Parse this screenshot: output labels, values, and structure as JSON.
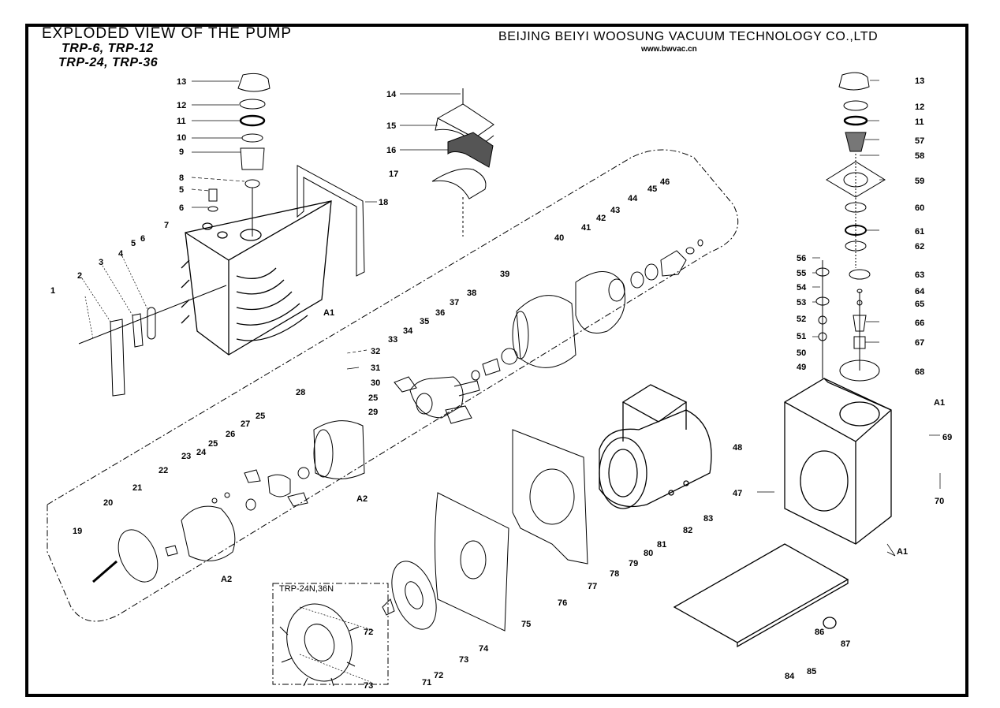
{
  "header": {
    "title": "EXPLODED VIEW OF THE PUMP",
    "models_line1": "TRP-6,  TRP-12",
    "models_line2": "TRP-24, TRP-36",
    "company": "BEIJING BEIYI WOOSUNG VACUUM TECHNOLOGY CO.,LTD",
    "website": "www.bwvac.cn"
  },
  "inset": {
    "title": "TRP-24N,36N",
    "callouts": [
      "72",
      "73"
    ]
  },
  "callouts": [
    {
      "id": "1",
      "label": "1"
    },
    {
      "id": "2",
      "label": "2"
    },
    {
      "id": "3",
      "label": "3"
    },
    {
      "id": "4",
      "label": "4"
    },
    {
      "id": "5a",
      "label": "5"
    },
    {
      "id": "6a",
      "label": "6"
    },
    {
      "id": "5",
      "label": "5"
    },
    {
      "id": "6",
      "label": "6"
    },
    {
      "id": "7",
      "label": "7"
    },
    {
      "id": "8",
      "label": "8"
    },
    {
      "id": "9",
      "label": "9"
    },
    {
      "id": "10",
      "label": "10"
    },
    {
      "id": "11",
      "label": "11"
    },
    {
      "id": "12",
      "label": "12"
    },
    {
      "id": "13",
      "label": "13"
    },
    {
      "id": "14",
      "label": "14"
    },
    {
      "id": "15",
      "label": "15"
    },
    {
      "id": "16",
      "label": "16"
    },
    {
      "id": "17",
      "label": "17"
    },
    {
      "id": "18",
      "label": "18"
    },
    {
      "id": "19",
      "label": "19"
    },
    {
      "id": "20",
      "label": "20"
    },
    {
      "id": "21",
      "label": "21"
    },
    {
      "id": "22",
      "label": "22"
    },
    {
      "id": "23",
      "label": "23"
    },
    {
      "id": "24",
      "label": "24"
    },
    {
      "id": "25a",
      "label": "25"
    },
    {
      "id": "26",
      "label": "26"
    },
    {
      "id": "27",
      "label": "27"
    },
    {
      "id": "25b",
      "label": "25"
    },
    {
      "id": "28",
      "label": "28"
    },
    {
      "id": "25c",
      "label": "25"
    },
    {
      "id": "29",
      "label": "29"
    },
    {
      "id": "30",
      "label": "30"
    },
    {
      "id": "31",
      "label": "31"
    },
    {
      "id": "32",
      "label": "32"
    },
    {
      "id": "33",
      "label": "33"
    },
    {
      "id": "34",
      "label": "34"
    },
    {
      "id": "35",
      "label": "35"
    },
    {
      "id": "36",
      "label": "36"
    },
    {
      "id": "37",
      "label": "37"
    },
    {
      "id": "38",
      "label": "38"
    },
    {
      "id": "39",
      "label": "39"
    },
    {
      "id": "40",
      "label": "40"
    },
    {
      "id": "41",
      "label": "41"
    },
    {
      "id": "42",
      "label": "42"
    },
    {
      "id": "43",
      "label": "43"
    },
    {
      "id": "44",
      "label": "44"
    },
    {
      "id": "45",
      "label": "45"
    },
    {
      "id": "46",
      "label": "46"
    },
    {
      "id": "47",
      "label": "47"
    },
    {
      "id": "48",
      "label": "48"
    },
    {
      "id": "49",
      "label": "49"
    },
    {
      "id": "50",
      "label": "50"
    },
    {
      "id": "51",
      "label": "51"
    },
    {
      "id": "52",
      "label": "52"
    },
    {
      "id": "53",
      "label": "53"
    },
    {
      "id": "54",
      "label": "54"
    },
    {
      "id": "55",
      "label": "55"
    },
    {
      "id": "56",
      "label": "56"
    },
    {
      "id": "13r",
      "label": "13"
    },
    {
      "id": "12r",
      "label": "12"
    },
    {
      "id": "11r",
      "label": "11"
    },
    {
      "id": "57",
      "label": "57"
    },
    {
      "id": "58",
      "label": "58"
    },
    {
      "id": "59",
      "label": "59"
    },
    {
      "id": "60",
      "label": "60"
    },
    {
      "id": "61",
      "label": "61"
    },
    {
      "id": "62",
      "label": "62"
    },
    {
      "id": "63",
      "label": "63"
    },
    {
      "id": "64",
      "label": "64"
    },
    {
      "id": "65",
      "label": "65"
    },
    {
      "id": "66",
      "label": "66"
    },
    {
      "id": "67",
      "label": "67"
    },
    {
      "id": "68",
      "label": "68"
    },
    {
      "id": "69",
      "label": "69"
    },
    {
      "id": "70",
      "label": "70"
    },
    {
      "id": "71",
      "label": "71"
    },
    {
      "id": "72",
      "label": "72"
    },
    {
      "id": "73",
      "label": "73"
    },
    {
      "id": "74",
      "label": "74"
    },
    {
      "id": "75",
      "label": "75"
    },
    {
      "id": "76",
      "label": "76"
    },
    {
      "id": "77",
      "label": "77"
    },
    {
      "id": "78",
      "label": "78"
    },
    {
      "id": "79",
      "label": "79"
    },
    {
      "id": "80",
      "label": "80"
    },
    {
      "id": "81",
      "label": "81"
    },
    {
      "id": "82",
      "label": "82"
    },
    {
      "id": "83",
      "label": "83"
    },
    {
      "id": "84",
      "label": "84"
    },
    {
      "id": "85",
      "label": "85"
    },
    {
      "id": "86",
      "label": "86"
    },
    {
      "id": "87",
      "label": "87"
    },
    {
      "id": "A1a",
      "label": "A1"
    },
    {
      "id": "A1b",
      "label": "A1"
    },
    {
      "id": "A1c",
      "label": "A1"
    },
    {
      "id": "A2a",
      "label": "A2"
    },
    {
      "id": "A2b",
      "label": "A2"
    }
  ]
}
